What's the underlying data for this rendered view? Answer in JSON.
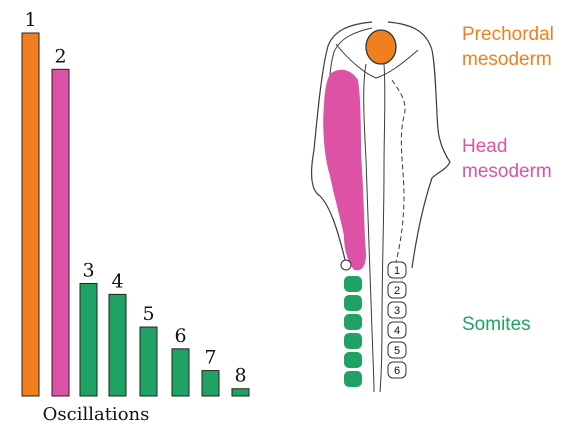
{
  "colors": {
    "prechordal": "#f07f1f",
    "head": "#dd52a4",
    "somite": "#1fa263",
    "outline": "#3b3b3b",
    "text": "#111111"
  },
  "chart_data": {
    "type": "bar",
    "xlabel": "Oscillations",
    "categories": [
      "1",
      "2",
      "3",
      "4",
      "5",
      "6",
      "7",
      "8"
    ],
    "values": [
      100,
      90,
      31,
      28,
      19,
      13,
      7,
      2
    ],
    "ylim": [
      0,
      100
    ],
    "bar_colors": [
      "#f07f1f",
      "#dd52a4",
      "#1fa263",
      "#1fa263",
      "#1fa263",
      "#1fa263",
      "#1fa263",
      "#1fa263"
    ],
    "grid": false
  },
  "diagram": {
    "labels": {
      "prechordal_line1": "Prechordal",
      "prechordal_line2": "mesoderm",
      "head_line1": "Head",
      "head_line2": "mesoderm",
      "somites": "Somites"
    },
    "somite_numbers": [
      "1",
      "2",
      "3",
      "4",
      "5",
      "6"
    ]
  }
}
